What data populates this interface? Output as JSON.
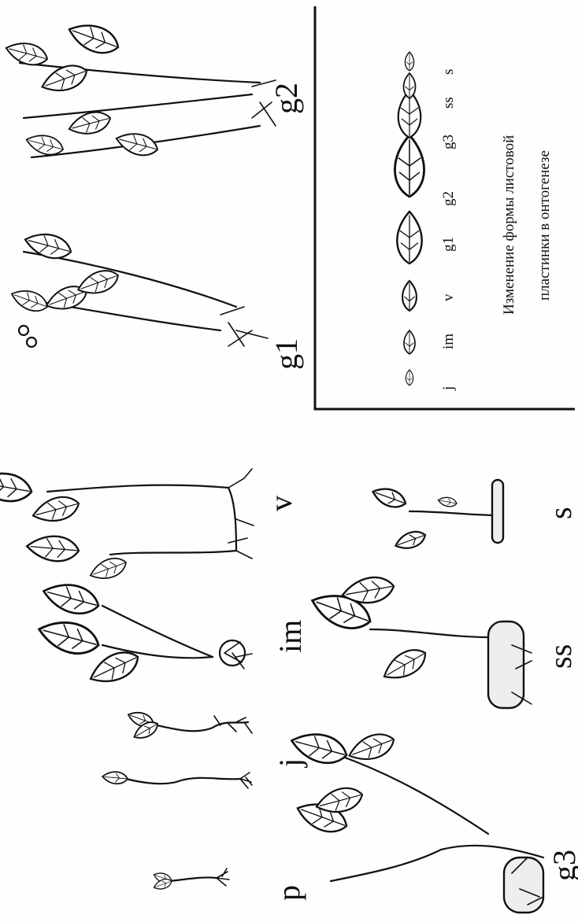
{
  "stage_labels": {
    "p": "p",
    "j": "j",
    "im": "im",
    "v": "v",
    "g1": "g1",
    "g2": "g2",
    "g3": "g3",
    "ss": "ss",
    "s": "s"
  },
  "inset": {
    "caption_line1": "Изменение формы листовой",
    "caption_line2": "пластинки в онтогенезе",
    "leaf_labels": [
      "j",
      "im",
      "v",
      "g1",
      "g2",
      "g3",
      "ss",
      "s"
    ]
  }
}
